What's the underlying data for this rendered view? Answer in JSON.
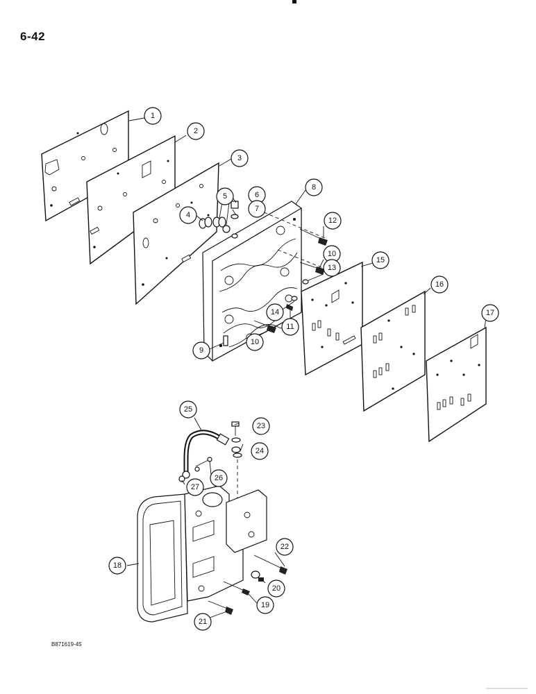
{
  "page_number": "6-42",
  "figure_code": "B871619-45",
  "callouts": [
    {
      "label": "1"
    },
    {
      "label": "2"
    },
    {
      "label": "3"
    },
    {
      "label": "4"
    },
    {
      "label": "5"
    },
    {
      "label": "6"
    },
    {
      "label": "7"
    },
    {
      "label": "8"
    },
    {
      "label": "9"
    },
    {
      "label": "10"
    },
    {
      "label": "10"
    },
    {
      "label": "11"
    },
    {
      "label": "12"
    },
    {
      "label": "13"
    },
    {
      "label": "14"
    },
    {
      "label": "15"
    },
    {
      "label": "16"
    },
    {
      "label": "17"
    },
    {
      "label": "18"
    },
    {
      "label": "19"
    },
    {
      "label": "20"
    },
    {
      "label": "21"
    },
    {
      "label": "22"
    },
    {
      "label": "23"
    },
    {
      "label": "24"
    },
    {
      "label": "25"
    },
    {
      "label": "26"
    },
    {
      "label": "27"
    }
  ]
}
